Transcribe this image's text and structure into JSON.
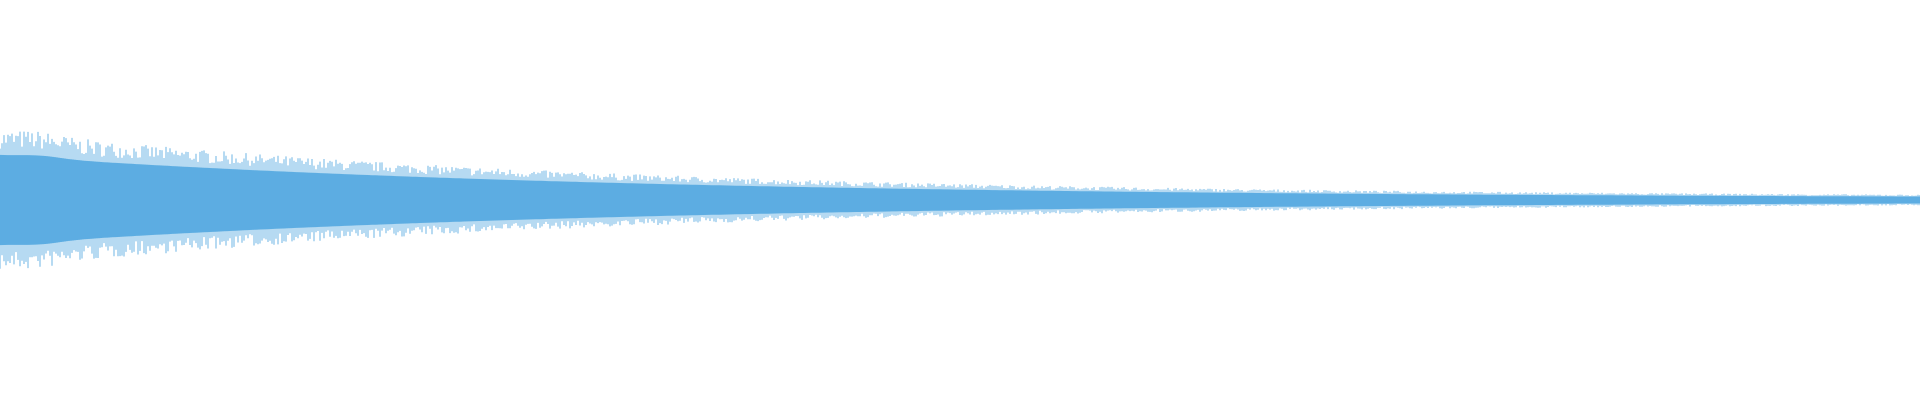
{
  "waveform": {
    "color": "#5DADE2",
    "background": "#FFFFFF",
    "envelope": {
      "start_amplitude": 0.31,
      "peak_amplitude": 0.32,
      "end_amplitude": 0.012
    }
  }
}
